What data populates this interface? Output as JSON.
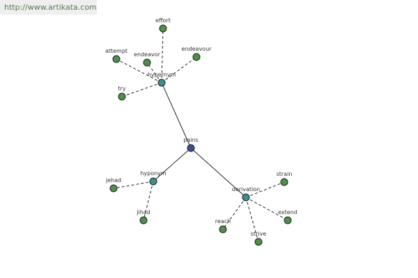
{
  "watermark": "http://www.artikata.com",
  "colors": {
    "root": "#3a4f94",
    "relation": "#3e8f8f",
    "word": "#4f8f4a",
    "stroke": "#222222",
    "edge": "#222222"
  },
  "graph": {
    "nodes": [
      {
        "id": "pains",
        "label": "pains",
        "kind": "root"
      },
      {
        "id": "hypernym",
        "label": "hypernym",
        "kind": "relation"
      },
      {
        "id": "hyponym",
        "label": "hyponym",
        "kind": "relation"
      },
      {
        "id": "derivation",
        "label": "derivation",
        "kind": "relation"
      },
      {
        "id": "effort",
        "label": "effort",
        "kind": "word"
      },
      {
        "id": "endeavor",
        "label": "endeavor",
        "kind": "word"
      },
      {
        "id": "endeavour",
        "label": "endeavour",
        "kind": "word"
      },
      {
        "id": "attempt",
        "label": "attempt",
        "kind": "word"
      },
      {
        "id": "try",
        "label": "try",
        "kind": "word"
      },
      {
        "id": "jehad",
        "label": "jehad",
        "kind": "word"
      },
      {
        "id": "jihad",
        "label": "jihad",
        "kind": "word"
      },
      {
        "id": "strain",
        "label": "strain",
        "kind": "word"
      },
      {
        "id": "extend",
        "label": "extend",
        "kind": "word"
      },
      {
        "id": "reach",
        "label": "reach",
        "kind": "word"
      },
      {
        "id": "strive",
        "label": "strive",
        "kind": "word"
      }
    ],
    "edges": [
      {
        "from": "pains",
        "to": "hypernym",
        "style": "solid"
      },
      {
        "from": "pains",
        "to": "hyponym",
        "style": "solid"
      },
      {
        "from": "pains",
        "to": "derivation",
        "style": "solid"
      },
      {
        "from": "hypernym",
        "to": "effort",
        "style": "dashed"
      },
      {
        "from": "hypernym",
        "to": "endeavor",
        "style": "dashed"
      },
      {
        "from": "hypernym",
        "to": "endeavour",
        "style": "dashed"
      },
      {
        "from": "hypernym",
        "to": "attempt",
        "style": "dashed"
      },
      {
        "from": "hypernym",
        "to": "try",
        "style": "dashed"
      },
      {
        "from": "hyponym",
        "to": "jehad",
        "style": "dashed"
      },
      {
        "from": "hyponym",
        "to": "jihad",
        "style": "dashed"
      },
      {
        "from": "derivation",
        "to": "strain",
        "style": "dashed"
      },
      {
        "from": "derivation",
        "to": "extend",
        "style": "dashed"
      },
      {
        "from": "derivation",
        "to": "reach",
        "style": "dashed"
      },
      {
        "from": "derivation",
        "to": "strive",
        "style": "dashed"
      }
    ]
  }
}
